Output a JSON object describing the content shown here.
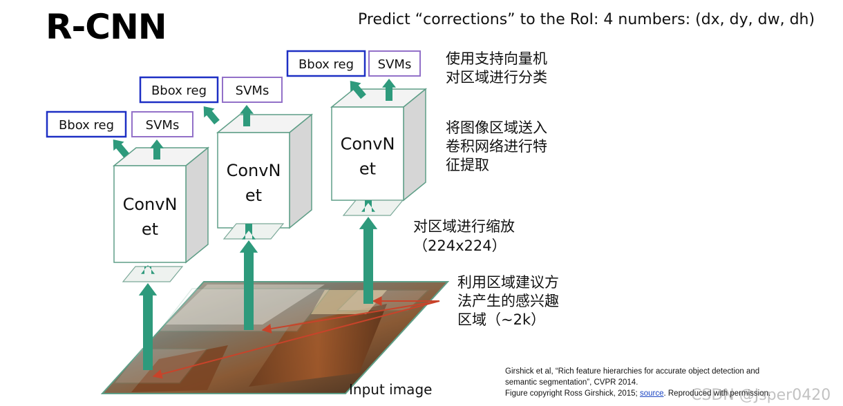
{
  "title": "R-CNN",
  "subtitle": "Predict “corrections” to the RoI: 4 numbers: (dx, dy, dw, dh)",
  "pipelines": [
    {
      "bbox_label": "Bbox reg",
      "svm_label": "SVMs",
      "net_line1": "ConvN",
      "net_line2": "et"
    },
    {
      "bbox_label": "Bbox reg",
      "svm_label": "SVMs",
      "net_line1": "ConvN",
      "net_line2": "et"
    },
    {
      "bbox_label": "Bbox reg",
      "svm_label": "SVMs",
      "net_line1": "ConvN",
      "net_line2": "et"
    }
  ],
  "annotations": {
    "svm_note": [
      "使用支持向量机",
      "对区域进行分类"
    ],
    "cnn_note": [
      "将图像区域送入",
      "卷积网络进行特",
      "征提取"
    ],
    "warp_note": [
      "对区域进行缩放",
      "（224x224）"
    ],
    "proposal_note": [
      "利用区域建议方",
      "法产生的感兴趣",
      "区域（~2k）"
    ]
  },
  "input_label": "Input image",
  "citation": {
    "line1": "Girshick et al, “Rich feature hierarchies for accurate object detection and",
    "line2": "semantic segmentation”, CVPR 2014.",
    "line3_prefix": "Figure copyright Ross Girshick, 2015; ",
    "line3_link": "source",
    "line3_suffix": ". Reproduced with permission."
  },
  "watermark": "CSDN @Jsper0420",
  "colors": {
    "arrow": "#2e9a7c",
    "bbox_border": "#1d2fc4",
    "svm_border": "#9270c8",
    "red_arrow": "#c8432a",
    "box_side": "#d6d6d6",
    "box_edge": "#5e9e87"
  }
}
